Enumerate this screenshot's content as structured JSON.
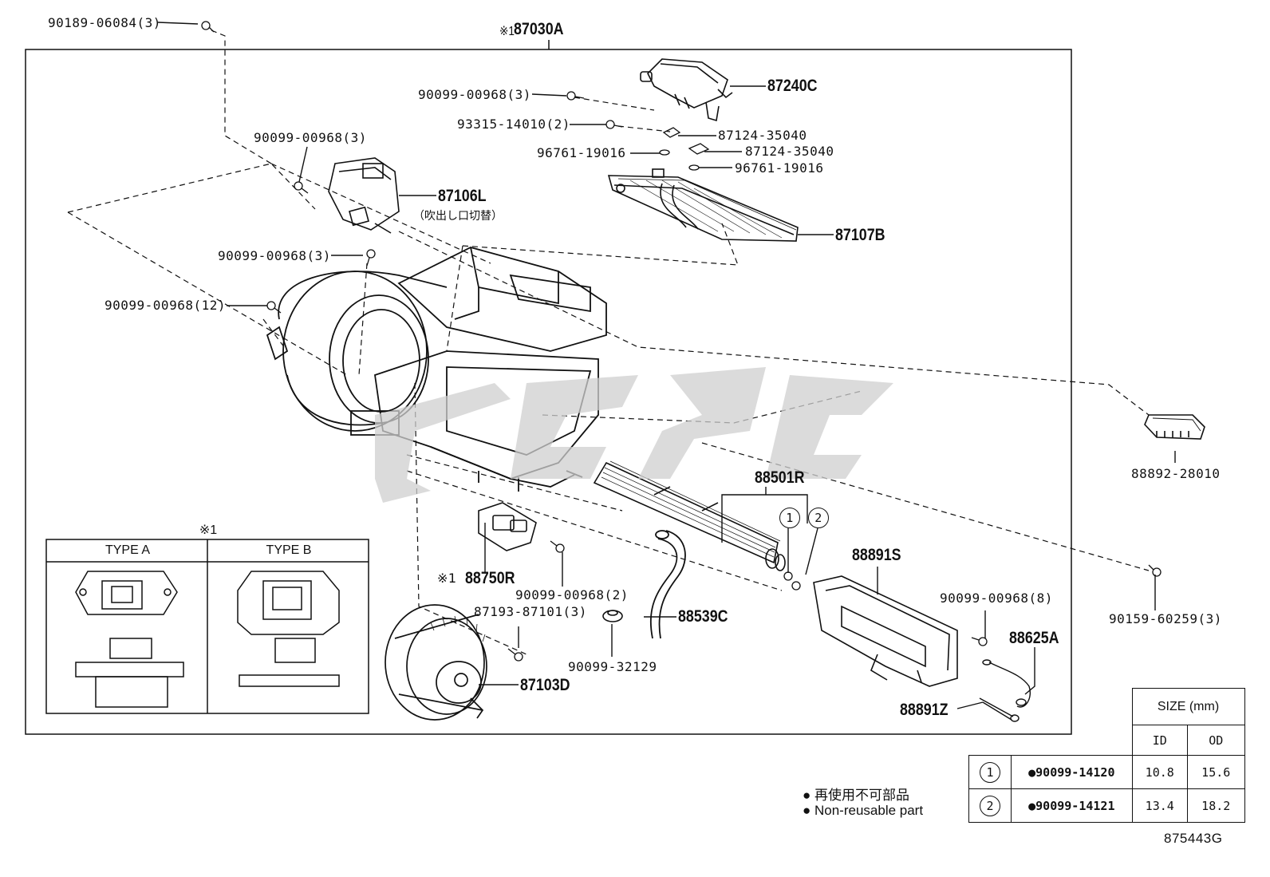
{
  "figure_id": "875443G",
  "assembly": {
    "mark": "※1",
    "part": "87030A"
  },
  "labels": {
    "p90189": "90189-06084(3)",
    "p90099_a": "90099-00968(3)",
    "p87240C": "87240C",
    "p93315": "93315-14010(2)",
    "p87124_a": "87124-35040",
    "p87124_b": "87124-35040",
    "p96761_a": "96761-19016",
    "p96761_b": "96761-19016",
    "p90099_b": "90099-00968(3)",
    "p87106L": "87106L",
    "p87106L_note": "（吹出し口切替）",
    "p87107B": "87107B",
    "p90099_c": "90099-00968(3)",
    "p90099_d": "90099-00968(12)",
    "p88892": "88892-28010",
    "p88501R": "88501R",
    "p88891S": "88891S",
    "p88750R_mark": "※1",
    "p88750R": "88750R",
    "p90099_e": "90099-00968(2)",
    "p87193": "87193-87101(3)",
    "p88539C": "88539C",
    "p90099_f": "90099-00968(8)",
    "p88625A": "88625A",
    "p90159": "90159-60259(3)",
    "p90099_32129": "90099-32129",
    "p87103D": "87103D",
    "p88891Z": "88891Z",
    "circle1": "1",
    "circle2": "2"
  },
  "types_box": {
    "mark": "※1",
    "type_a": "TYPE A",
    "type_b": "TYPE B"
  },
  "size_table": {
    "header": "SIZE (mm)",
    "col_id": "ID",
    "col_od": "OD",
    "rows": [
      {
        "num": "1",
        "part": "●90099-14120",
        "id": "10.8",
        "od": "15.6"
      },
      {
        "num": "2",
        "part": "●90099-14121",
        "id": "13.4",
        "od": "18.2"
      }
    ]
  },
  "legend": {
    "jp": "● 再使用不可部品",
    "en": "● Non-reusable part"
  }
}
